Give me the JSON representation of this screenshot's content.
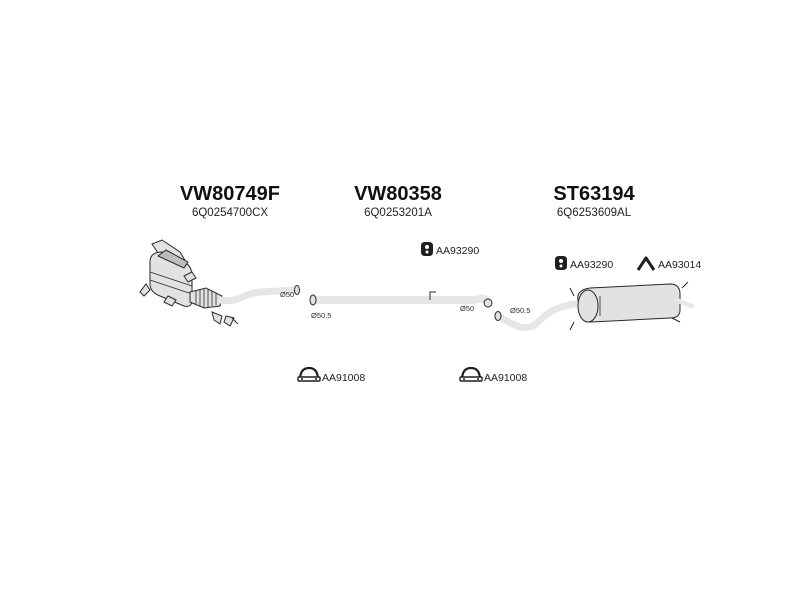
{
  "components": [
    {
      "code": "VW80749F",
      "oem": "6Q0254700CX",
      "inlet_diameter": "Ø50"
    },
    {
      "code": "VW80358",
      "oem": "6Q0253201A",
      "inlet_diameter": "Ø50.5",
      "outlet_diameter": "Ø50"
    },
    {
      "code": "ST63194",
      "oem": "6Q6253609AL",
      "inlet_diameter": "Ø50.5"
    }
  ],
  "accessories": [
    {
      "code": "AA93290",
      "icon": "rubber-hanger-icon"
    },
    {
      "code": "AA93290",
      "icon": "rubber-hanger-icon"
    },
    {
      "code": "AA93014",
      "icon": "hanger-bracket-icon"
    },
    {
      "code": "AA91008",
      "icon": "pipe-clamp-icon"
    },
    {
      "code": "AA91008",
      "icon": "pipe-clamp-icon"
    }
  ]
}
